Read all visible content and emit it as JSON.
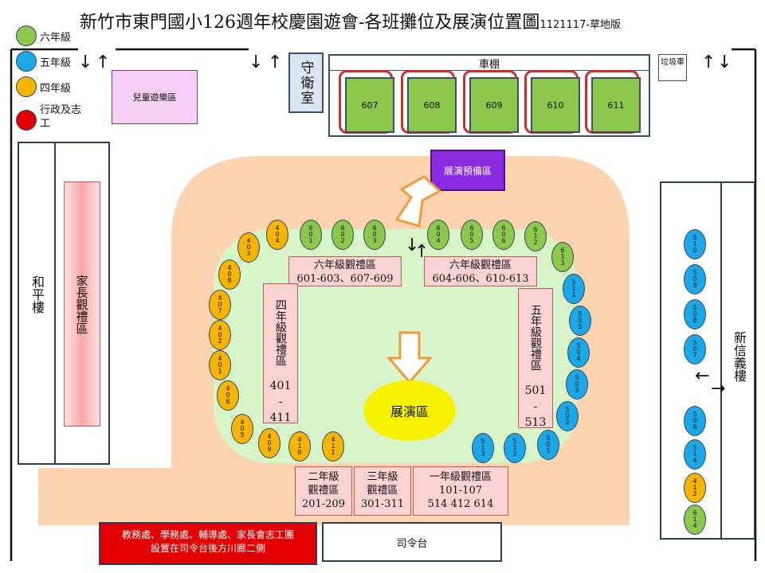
{
  "title": {
    "main": "新竹市東門國小126週年校慶園遊會-各班攤位及展演位置圖",
    "version": "1121117-草地版"
  },
  "legend": [
    {
      "label": "六年級",
      "color": "#8cc84b"
    },
    {
      "label": "五年級",
      "color": "#1aa8e8"
    },
    {
      "label": "四年級",
      "color": "#f7b500"
    },
    {
      "label": "行政及志工",
      "color": "#e30000"
    }
  ],
  "areas": {
    "playground": "兒童遊樂區",
    "guard": "守衛室",
    "shed": "車棚",
    "trash": "垃圾車",
    "heping": "和平樓",
    "parents": "家長觀禮區",
    "xinxinyi": "新信義樓",
    "prep": "展演預備區",
    "stage": "展演區",
    "command": "司令台"
  },
  "shed_slots": [
    "607",
    "608",
    "609",
    "610",
    "611"
  ],
  "viewing": {
    "g6_left": {
      "line1": "六年級觀禮區",
      "line2": "601-603、607-609"
    },
    "g6_right": {
      "line1": "六年級觀禮區",
      "line2": "604-606、610-613"
    },
    "g4": {
      "name": "四年級觀禮區",
      "range1": "401",
      "dash": "-",
      "range2": "411"
    },
    "g5": {
      "name": "五年級觀禮區",
      "range1": "501",
      "dash": "-",
      "range2": "513"
    },
    "g2": {
      "line1": "二年級",
      "line2": "觀禮區",
      "line3": "201-209"
    },
    "g3": {
      "line1": "三年級",
      "line2": "觀禮區",
      "line3": "301-311"
    },
    "g1": {
      "line1": "一年級觀禮區",
      "line2": "101-107",
      "line3": "514 412 614"
    }
  },
  "staff_note": {
    "line1": "教務處、學務處、輔導處、家長會志工團",
    "line2": "設置在司令台後方川廊二側"
  },
  "booths": [
    {
      "id": "403",
      "grade": "g4"
    },
    {
      "id": "404",
      "grade": "g4"
    },
    {
      "id": "601",
      "grade": "g6"
    },
    {
      "id": "602",
      "grade": "g6"
    },
    {
      "id": "603",
      "grade": "g6"
    },
    {
      "id": "604",
      "grade": "g6"
    },
    {
      "id": "605",
      "grade": "g6"
    },
    {
      "id": "606",
      "grade": "g6"
    },
    {
      "id": "612",
      "grade": "g6"
    },
    {
      "id": "613",
      "grade": "g6"
    },
    {
      "id": "408",
      "grade": "g4"
    },
    {
      "id": "407",
      "grade": "g4"
    },
    {
      "id": "402",
      "grade": "g4"
    },
    {
      "id": "401",
      "grade": "g4"
    },
    {
      "id": "406",
      "grade": "g4"
    },
    {
      "id": "405",
      "grade": "g4"
    },
    {
      "id": "409",
      "grade": "g4"
    },
    {
      "id": "410",
      "grade": "g4"
    },
    {
      "id": "411",
      "grade": "g4"
    },
    {
      "id": "511",
      "grade": "g5"
    },
    {
      "id": "505",
      "grade": "g5"
    },
    {
      "id": "504",
      "grade": "g5"
    },
    {
      "id": "503",
      "grade": "g5"
    },
    {
      "id": "502",
      "grade": "g5"
    },
    {
      "id": "501",
      "grade": "g5"
    },
    {
      "id": "512",
      "grade": "g5"
    },
    {
      "id": "513",
      "grade": "g5"
    },
    {
      "id": "510",
      "grade": "g5"
    },
    {
      "id": "509",
      "grade": "g5"
    },
    {
      "id": "508",
      "grade": "g5"
    },
    {
      "id": "507",
      "grade": "g5"
    },
    {
      "id": "506",
      "grade": "g5"
    },
    {
      "id": "514",
      "grade": "g5"
    },
    {
      "id": "412",
      "grade": "g4"
    },
    {
      "id": "614",
      "grade": "g6"
    }
  ]
}
